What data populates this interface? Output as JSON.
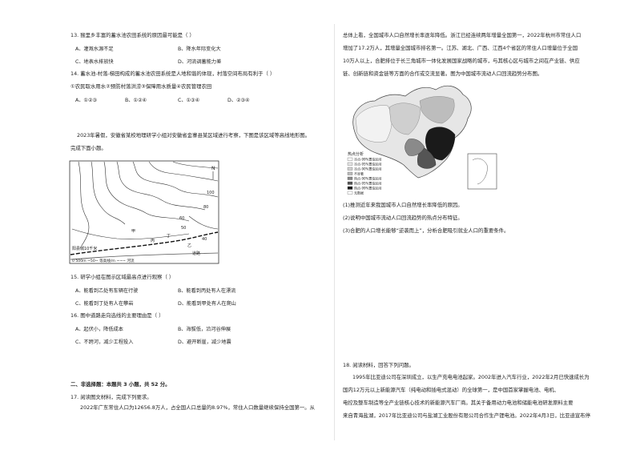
{
  "left": {
    "q13": {
      "stem": "13. 猴里乡丰富的蓄水池农田系统的原因最可能是（ ）",
      "A": "A、灌溉水源不足",
      "B": "B、降水年际变化大",
      "C": "C、地表水排放快",
      "D": "D、河流调蓄能力差"
    },
    "q14": {
      "stem": "14. 蓄水池-村落-梯田构成的蓄水池农田系统是人地和谐的体现，村落空间布局有利于（ ）",
      "items": "①农民取水用水②预防村落洪涝③保障用水质量④农民管理农田",
      "A": "A、①②③",
      "B": "B、①②④",
      "C": "C、①③④",
      "D": "D、②③④"
    },
    "intro": [
      "2023年暑假，安徽省某校地理研学小组对安徽省金寨县某区域进行考察，下图是该区域等高线地形图。",
      "完成下面小题。"
    ],
    "contour_labels": {
      "north": "N",
      "town": "阳县城10千米",
      "legend": "0  500m   ~50~ 等高线/m   ~~~ 河流",
      "jia": "甲",
      "yi": "乙",
      "bing": "丙",
      "ding": "丁",
      "road": "道路",
      "num_100": "100",
      "num_80": "80",
      "num_60": "60",
      "num_50": "50",
      "num_40": "40"
    },
    "q15": {
      "stem": "15. 研学小组在图示区域最高点进行观察（ ）",
      "A": "A、能看到乙处有车辆在行驶",
      "B": "B、能看到丙处有人在漂流",
      "C": "C、能看到丁处有人在攀岩",
      "D": "D、能看到甲处有人在爬山"
    },
    "q16": {
      "stem": "16. 图中道路走向选线的主要理由是（ ）",
      "A": "A、起伏小，降低成本",
      "B": "B、海拔低，沿河谷伸展",
      "C": "C、不跨河，减少工程投入",
      "D": "D、避开断崖，减少地震"
    },
    "section2": "二、非选择题：本题共 3 小题，共 52 分。",
    "q17": {
      "stem": "17. 阅读图文材料，完成下列要求。",
      "text": "2022年广东常住人口为12656.8万人，占全国人口总量的8.97%，常住人口数量继续保持全国第一。从"
    }
  },
  "right": {
    "para": [
      "总体上看，全国城市人口自然增长率逐年降低。浙江已经连续两年增量全国第一，2022年杭州市常住人口",
      "增加了17.2万人，其增量全国城市排名第一。江苏、湖北、广西、江西4个省区的常住人口增量位于全国",
      "10万人以上，合肥排位于长三角城市一体化发展国家战略的城市，与其核心区与城市之间在产业链、供应",
      "链、创新链和资金链等方面的合作或交流显著。图为中国城市流动人口回流趋势分布图。"
    ],
    "map_legend": {
      "title": "热点分析",
      "items": [
        "冷点-99%置信区间",
        "冷点-95%置信区间",
        "冷点-90%置信区间",
        "不显著",
        "热点-90%置信区间",
        "热点-95%置信区间",
        "热点-99%置信区间",
        "无数据"
      ]
    },
    "questions": [
      "(1)推测近年来我国城市人口自然增长率降低的原因。",
      "(2)说明中国城市流动人口回流趋势的热点分布特征。",
      "(3)合肥的人口增长能够“逆袭而上”，分析合肥吸引就业人口的重要条件。"
    ],
    "q18": {
      "stem": "18. 阅读材料，回答下列问题。",
      "lines": [
        "1995年比亚迪公司在深圳成立，以生产充电电池起家。2002年进入汽车行业，2022年2月已快速成长为",
        "国内12万元以上新能源汽车（纯电动和插电式混动）的全球第一，是中国首家掌握电池、电机、",
        "电控及整车制造等全产业链核心技术的新能源汽车厂商。其关于备用动力电池和储能电池研发原料主要",
        "来自青海盐湖，2017年比亚迪公司与盐湖工业股份有限公司合作生产锂电池。2022年4月3日，比亚迪宣布停"
      ]
    }
  },
  "colors": {
    "text": "#222222",
    "map_hot": "#1a1a1a",
    "map_cold": "#d9d9d9"
  }
}
